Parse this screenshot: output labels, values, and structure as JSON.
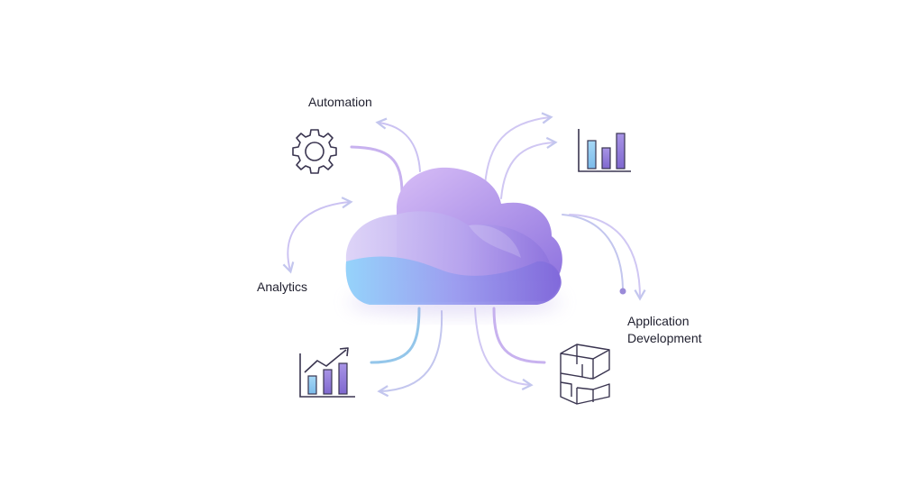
{
  "labels": {
    "automation": "Automation",
    "analytics": "Analytics",
    "application_development_line1": "Application",
    "application_development_line2": "Development"
  },
  "icons": [
    "gear-icon",
    "bar-chart-icon",
    "trending-chart-icon",
    "modular-blocks-icon",
    "cloud-icon"
  ],
  "colors": {
    "cloud_top": "#c9aef3",
    "cloud_mid": "#9f86ea",
    "cloud_blue": "#7cc4f6",
    "connector_purple": "#c8b2ef",
    "connector_blue": "#9ec9ea",
    "icon_stroke": "#3a3550",
    "bar_blue": "#8cc8f0",
    "bar_purple": "#8e79d6"
  }
}
